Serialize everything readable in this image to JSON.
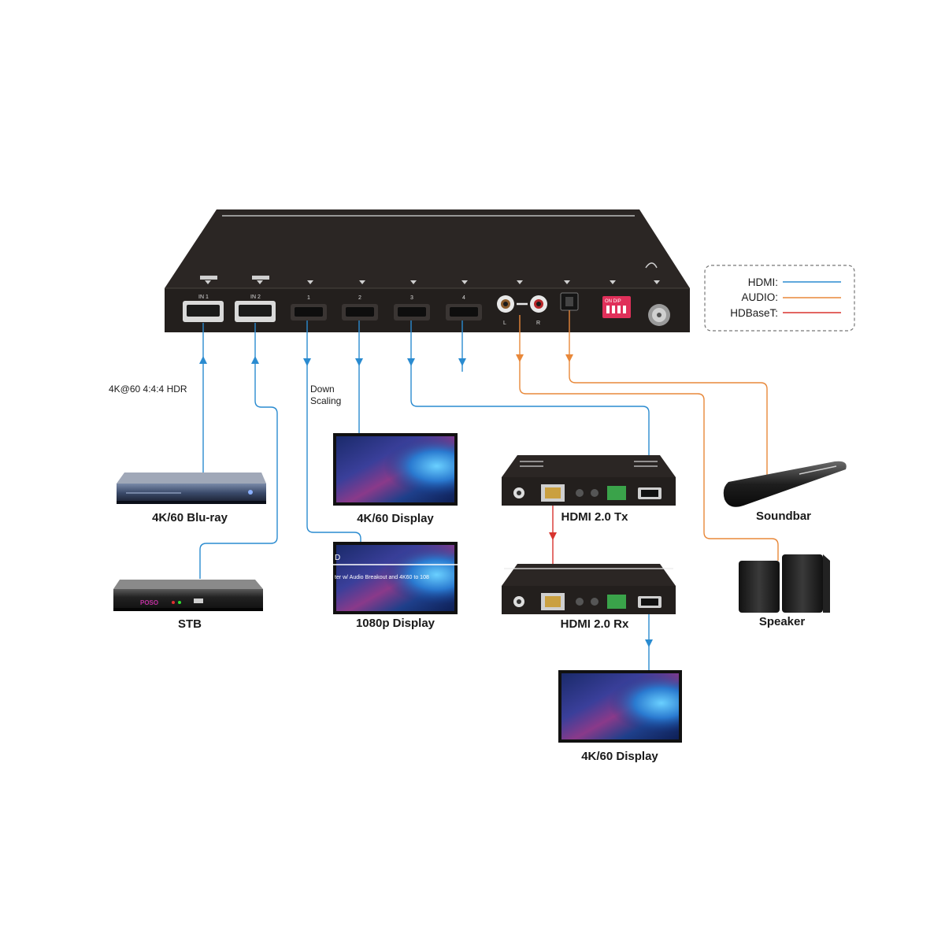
{
  "legend": {
    "hdmi": "HDMI:",
    "audio": "AUDIO:",
    "hdbaset": "HDBaseT:"
  },
  "colors": {
    "hdmi": "#2a8bd0",
    "audio": "#e8883a",
    "hdbaset": "#d8342f",
    "chassis": "#2b2624",
    "dip": "#e0305a"
  },
  "switcher": {
    "ports": {
      "in1": "IN 1",
      "in2": "IN 2",
      "out1": "1",
      "out2": "2",
      "out3": "3",
      "out4": "4"
    },
    "audio_l": "L",
    "audio_r": "R",
    "dip_label": "ON DIP"
  },
  "annotations": {
    "input_format": "4K@60 4:4:4 HDR",
    "down_scaling_line1": "Down",
    "down_scaling_line2": "Scaling"
  },
  "devices": {
    "bluray": "4K/60 Blu-ray",
    "stb": "STB",
    "display_4k_top": "4K/60 Display",
    "display_1080p": "1080p Display",
    "tx": "HDMI 2.0 Tx",
    "rx": "HDMI 2.0 Rx",
    "display_4k_bottom": "4K/60 Display",
    "soundbar": "Soundbar",
    "speaker": "Speaker",
    "stb_brand": "POSO"
  },
  "screen_overlay": {
    "line1": "D",
    "line2": "ter w/ Audio Breakout and 4K60 to 108"
  }
}
